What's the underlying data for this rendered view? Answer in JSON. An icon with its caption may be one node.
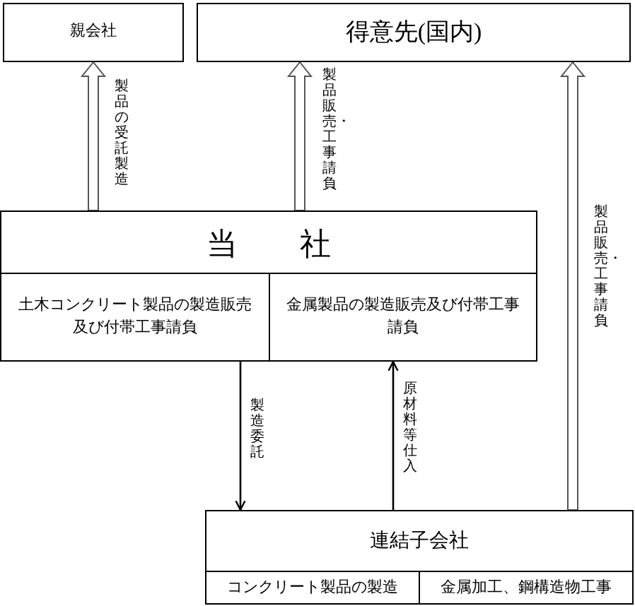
{
  "diagram": {
    "nodes": [
      {
        "text": [
          "親会社"
        ]
      },
      {
        "text": [
          "得意先(国内)"
        ]
      },
      {
        "text": [
          "当　　社"
        ]
      },
      {
        "text": [
          "土木コンクリート製品の製造販売及び付帯工事請負"
        ],
        "in": 2
      },
      {
        "text": [
          "金属製品の製造販売及び付帯工事請負"
        ],
        "in": 2
      },
      {
        "text": [
          "連結子会社"
        ]
      },
      {
        "text": [
          "コンクリート製品の製造"
        ],
        "in": 5
      },
      {
        "text": [
          "金属加工、鋼構造物工事"
        ],
        "in": 5
      }
    ],
    "edges": [
      {
        "from": 2,
        "to": 0,
        "arrow": "to",
        "label": "製品の受託製造",
        "style": "thick"
      },
      {
        "from": 2,
        "to": 1,
        "arrow": "to",
        "label": "製品販売・工事請負",
        "style": "thick"
      },
      {
        "from": 5,
        "to": 1,
        "arrow": "to",
        "label": "製品販売・工事請負",
        "style": "thick"
      },
      {
        "from": 3,
        "to": 5,
        "arrow": "to",
        "label": "製造委託"
      },
      {
        "from": 5,
        "to": 4,
        "arrow": "to",
        "label": "原材料等仕入"
      }
    ]
  }
}
